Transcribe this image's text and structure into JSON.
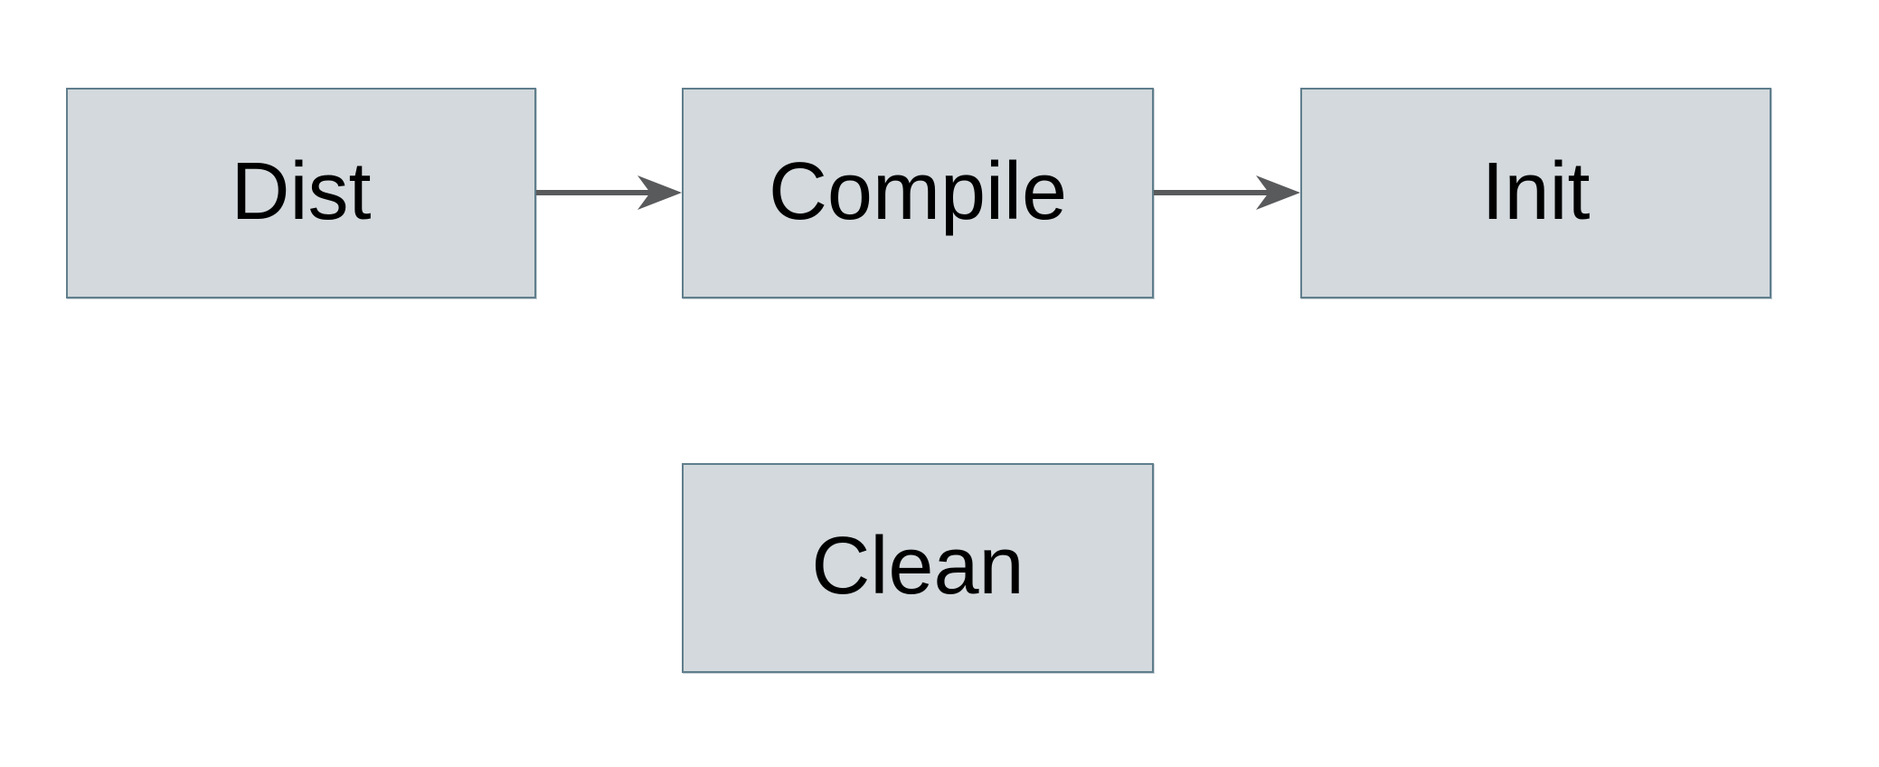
{
  "nodes": [
    {
      "id": "dist",
      "label": "Dist"
    },
    {
      "id": "compile",
      "label": "Compile"
    },
    {
      "id": "init",
      "label": "Init"
    },
    {
      "id": "clean",
      "label": "Clean"
    }
  ],
  "edges": [
    {
      "from": "dist",
      "to": "compile",
      "direction": "right",
      "style": "solid-arrow"
    },
    {
      "from": "compile",
      "to": "init",
      "direction": "right",
      "style": "solid-arrow"
    }
  ],
  "colors": {
    "background": "#ffffff",
    "node_fill": "#d3d9dc",
    "node_border": "#607e8c",
    "arrow": "#595a5c",
    "label_text": "#000000"
  }
}
